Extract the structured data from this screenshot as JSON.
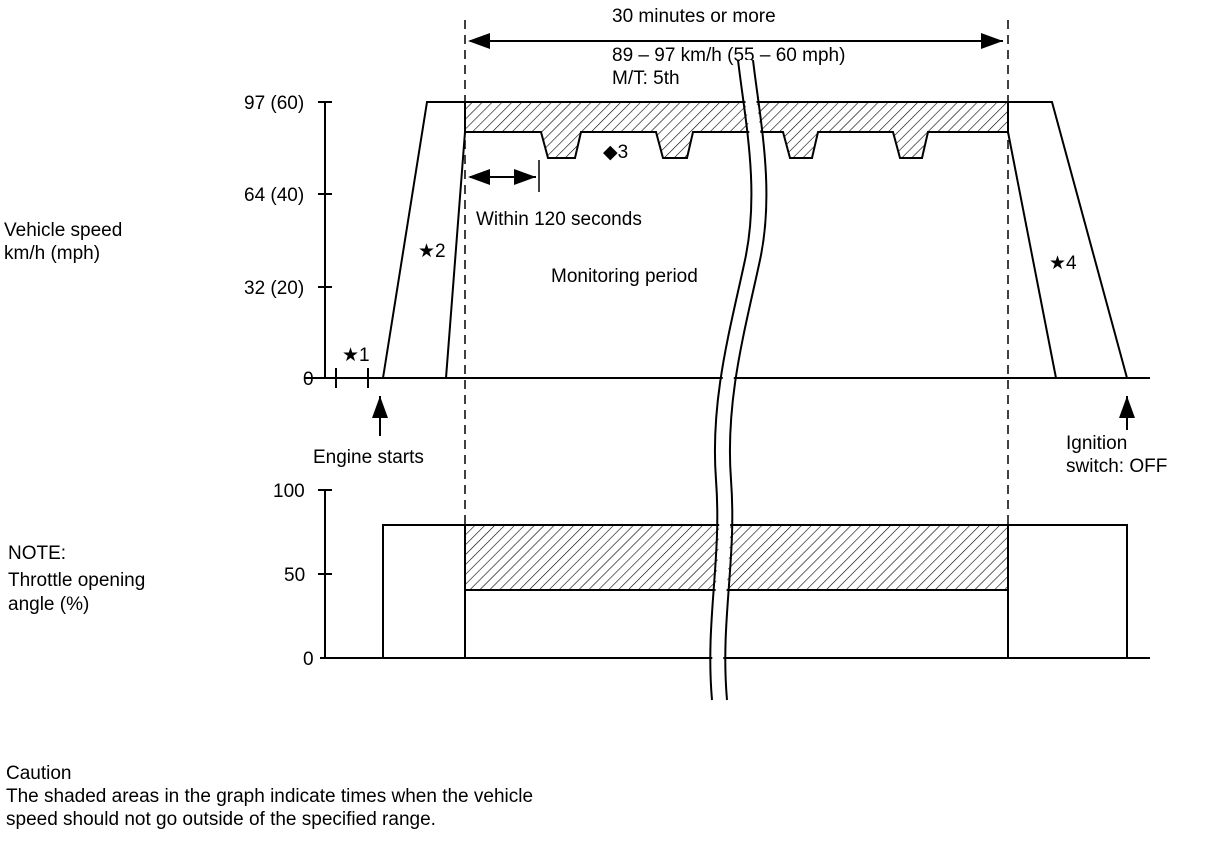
{
  "top_label": "30 minutes or more",
  "speed_spec_line1": "89 – 97 km/h (55 – 60 mph)",
  "speed_spec_line2": "M/T: 5th",
  "within_label": "Within 120 seconds",
  "monitoring_label": "Monitoring period",
  "engine_starts_label": "Engine starts",
  "ignition_line1": "Ignition",
  "ignition_line2": "switch: OFF",
  "speed_axis": {
    "title_line1": "Vehicle speed",
    "title_line2": "km/h (mph)",
    "ticks": [
      "97 (60)",
      "64 (40)",
      "32 (20)",
      "0"
    ]
  },
  "throttle_axis": {
    "title_line1": "NOTE:",
    "title_line2": "Throttle opening",
    "title_line3": "angle (%)",
    "ticks": [
      "100",
      "50",
      "0"
    ]
  },
  "markers": {
    "m1": "★1",
    "m2": "★2",
    "m3": "◆3",
    "m4": "★4"
  },
  "caution": {
    "title": "Caution",
    "line1": "The shaded areas in the graph indicate times when the vehicle",
    "line2": "speed should not go outside of the specified range."
  }
}
